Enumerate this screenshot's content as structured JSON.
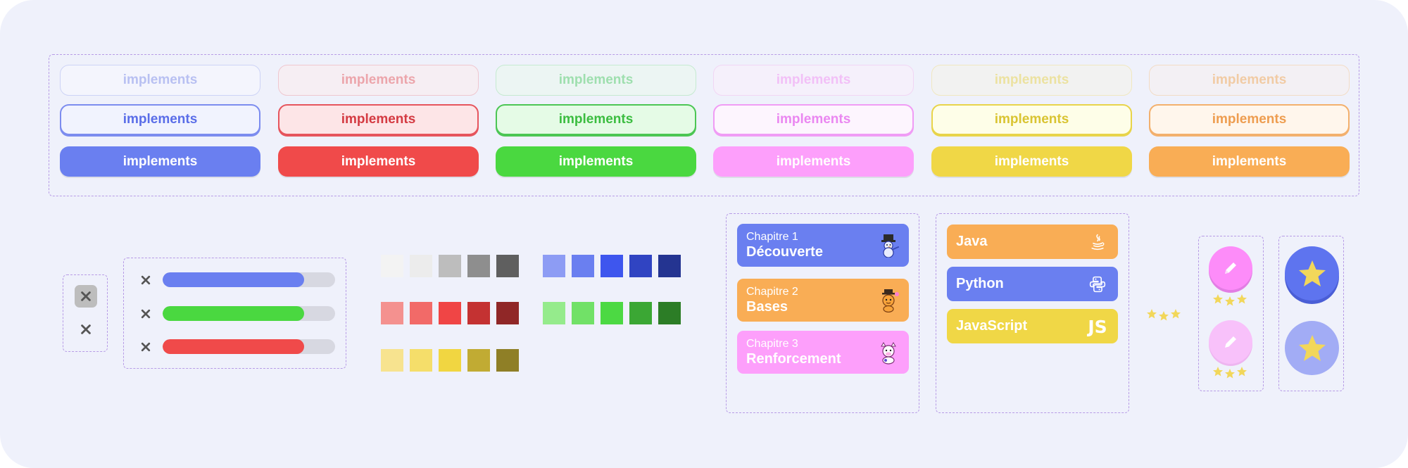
{
  "buttons": {
    "label": "implements",
    "columns": [
      {
        "name": "blue",
        "faded": {
          "bg": "#f4f5fd",
          "border": "#cdd3f6",
          "text": "#b8c0f2"
        },
        "outline": {
          "bg": "#f1f3fe",
          "border": "#7c8cef",
          "text": "#5a6de8"
        },
        "solid": {
          "bg": "#6a7ff0"
        }
      },
      {
        "name": "red",
        "faded": {
          "bg": "#f6eef3",
          "border": "#efc7cf",
          "text": "#eca5ab"
        },
        "outline": {
          "bg": "#fde5e7",
          "border": "#e6555d",
          "text": "#d43a42"
        },
        "solid": {
          "bg": "#f04a4a"
        }
      },
      {
        "name": "green",
        "faded": {
          "bg": "#ecf5f3",
          "border": "#c5ead0",
          "text": "#9edfae"
        },
        "outline": {
          "bg": "#e5fbe6",
          "border": "#4cc654",
          "text": "#3bbd40"
        },
        "solid": {
          "bg": "#4ad840"
        }
      },
      {
        "name": "pink",
        "faded": {
          "bg": "#f5f0fb",
          "border": "#f1d6f4",
          "text": "#f2c0f7"
        },
        "outline": {
          "bg": "#fdf5fe",
          "border": "#f09cf5",
          "text": "#ea87f1"
        },
        "solid": {
          "bg": "#fd9ffb"
        }
      },
      {
        "name": "yellow",
        "faded": {
          "bg": "#f2f2f1",
          "border": "#f0e8c0",
          "text": "#ece2a0"
        },
        "outline": {
          "bg": "#fefee8",
          "border": "#e8d44a",
          "text": "#d9c432"
        },
        "solid": {
          "bg": "#f0d746"
        }
      },
      {
        "name": "orange",
        "faded": {
          "bg": "#f3f0f4",
          "border": "#f2dcc6",
          "text": "#f1cba4"
        },
        "outline": {
          "bg": "#fff6ec",
          "border": "#f3b06d",
          "text": "#ee9d50"
        },
        "solid": {
          "bg": "#f9ad55"
        }
      }
    ]
  },
  "close_icons": {
    "active_bg": "#bdbdbd",
    "color": "#555555"
  },
  "progress": [
    {
      "value": 0.82,
      "color": "#6a7ff0"
    },
    {
      "value": 0.82,
      "color": "#4ad840"
    },
    {
      "value": 0.82,
      "color": "#f04a4a"
    }
  ],
  "palette": {
    "grays": [
      "#f3f3f3",
      "#ececec",
      "#bdbdbd",
      "#8e8e8e",
      "#5f5f5f"
    ],
    "reds": [
      "#f4918f",
      "#f26a68",
      "#f04545",
      "#c43232",
      "#902727"
    ],
    "yellows": [
      "#f7e38f",
      "#f5de6a",
      "#f1d641",
      "#c1ab33",
      "#8f7f26"
    ],
    "blues": [
      "#8d9cf4",
      "#6a7ff0",
      "#3e56ee",
      "#3044c2",
      "#243491"
    ],
    "greens": [
      "#95eb8c",
      "#71e167",
      "#4cd943",
      "#3ba734",
      "#2c7d26"
    ]
  },
  "chapters": [
    {
      "sub": "Chapitre 1",
      "title": "Découverte",
      "color": "#6a7ff0",
      "mascot": "snowman-mascot-icon"
    },
    {
      "sub": "Chapitre 2",
      "title": "Bases",
      "color": "#f9ad55",
      "mascot": "tiger-mascot-icon"
    },
    {
      "sub": "Chapitre 3",
      "title": "Renforcement",
      "color": "#fd9ffb",
      "mascot": "cow-mascot-icon"
    }
  ],
  "languages": [
    {
      "name": "Java",
      "color": "#f9ad55",
      "icon": "java-icon"
    },
    {
      "name": "Python",
      "color": "#6a7ff0",
      "icon": "python-icon"
    },
    {
      "name": "JavaScript",
      "color": "#f0d746",
      "icon": "js-icon",
      "icon_text": "JS"
    }
  ],
  "stars": {
    "color": "#f2d75a",
    "count": 3
  },
  "pencil_buttons": [
    {
      "bg": "#fd8cf9",
      "ring": "#f58ef5"
    },
    {
      "bg": "#f8c1fa",
      "ring": "#f8c1fa"
    }
  ],
  "star_buttons": [
    {
      "bg": "#5e74ef"
    },
    {
      "bg": "#a2acf5"
    }
  ]
}
